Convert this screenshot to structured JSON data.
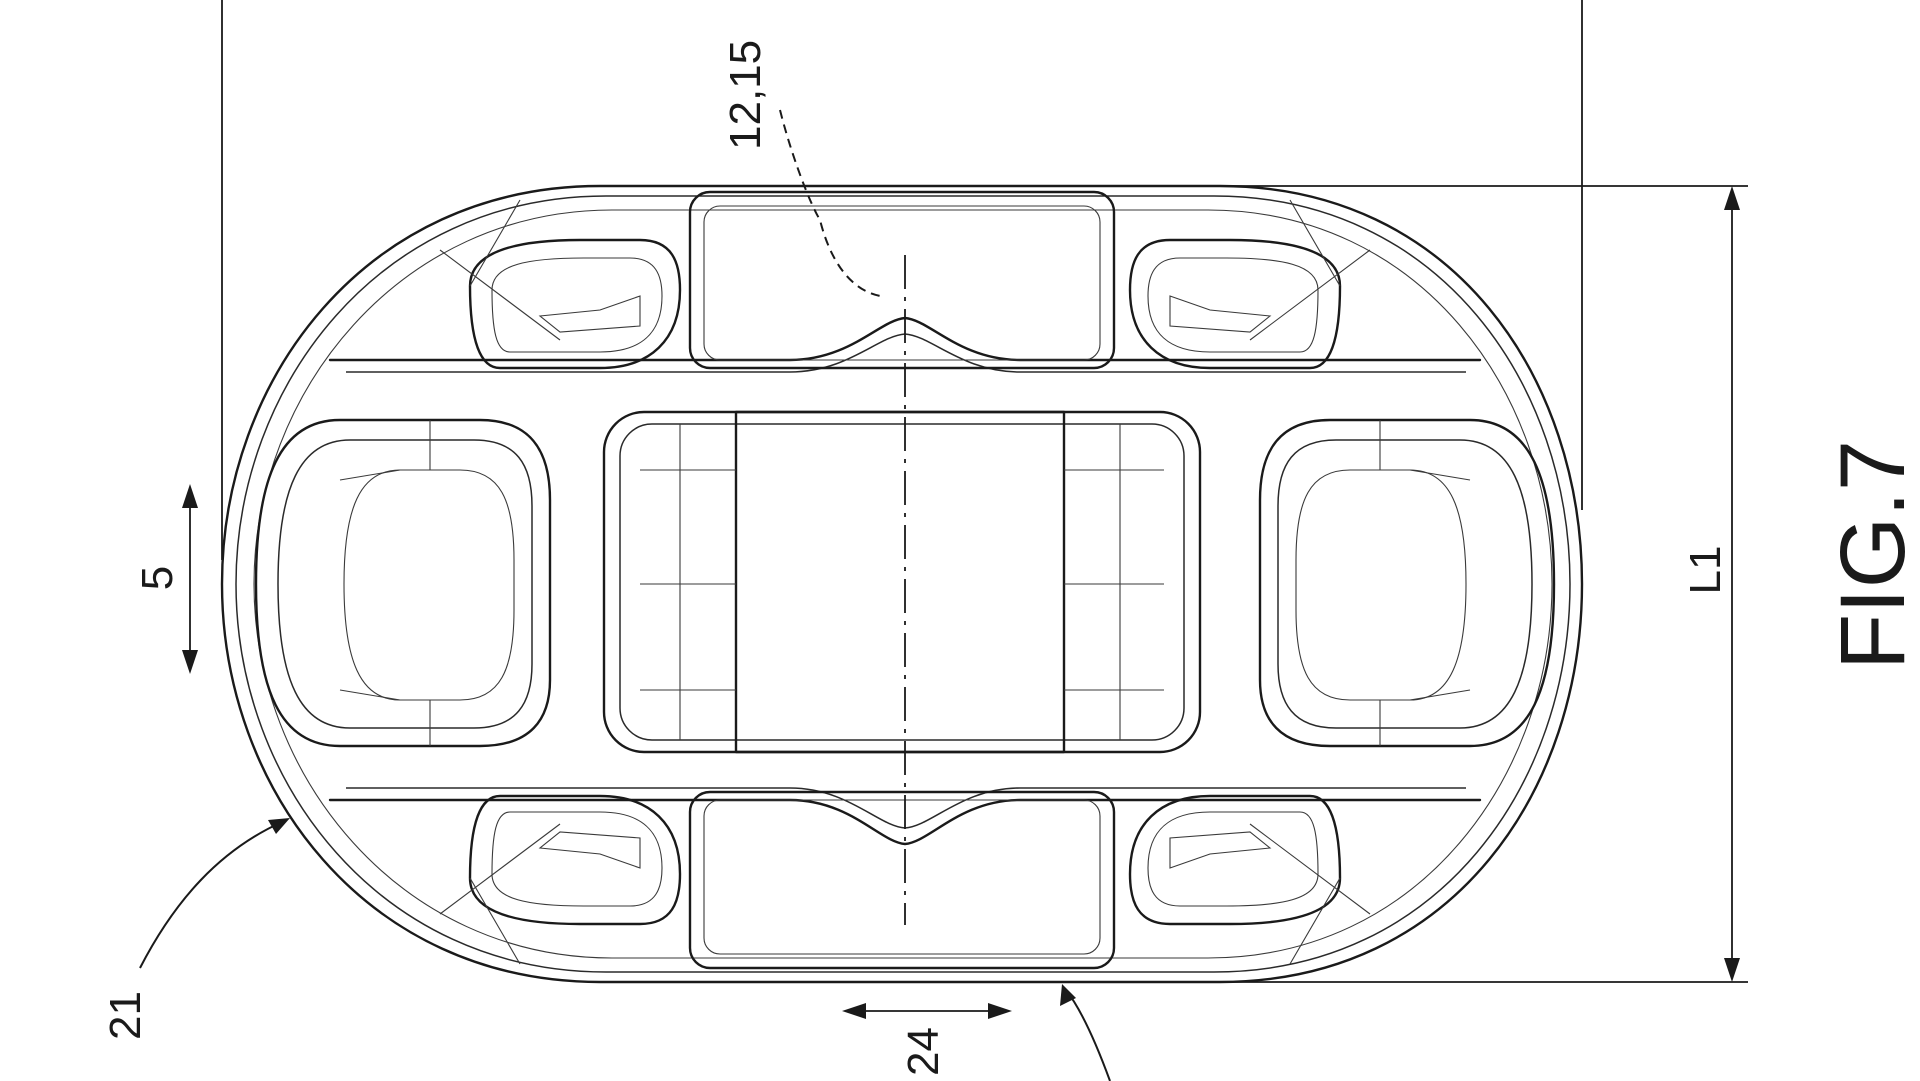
{
  "figure": {
    "caption": "FIG.7"
  },
  "labels": {
    "ref_12_15": "12,15",
    "ref_5": "5",
    "ref_21": "21",
    "ref_24": "24",
    "dim_L1": "L1"
  }
}
